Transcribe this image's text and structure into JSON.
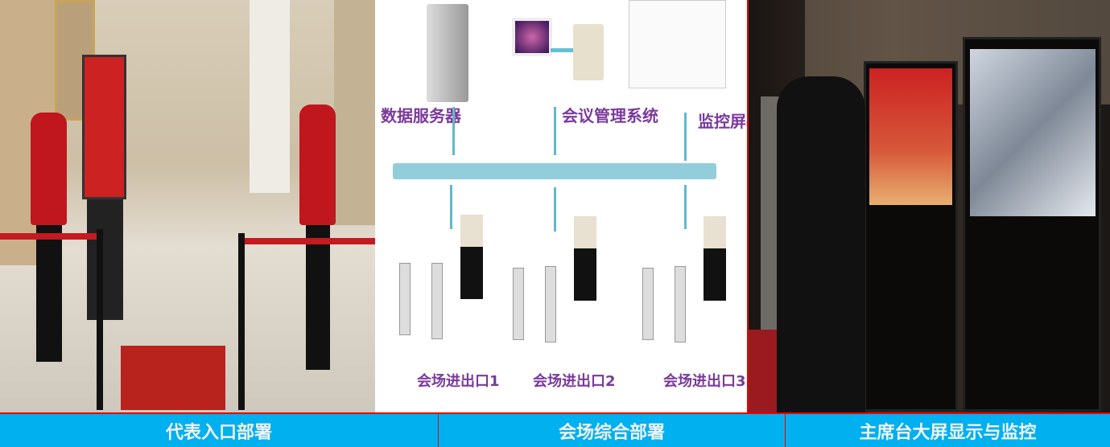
{
  "diagram": {
    "server_label": "数据服务器",
    "management_label": "会议管理系统",
    "monitor_label": "监控屏幕",
    "exits": [
      "会场进出口1",
      "会场进出口2",
      "会场进出口3"
    ]
  },
  "footer": {
    "sections": [
      "代表入口部署",
      "会场综合部署",
      "主席台大屏显示与监控"
    ]
  },
  "colors": {
    "footer_bg": "#00b0ef",
    "divider": "#ee0000",
    "label": "#7a3a9a",
    "bus": "#92cddc"
  }
}
